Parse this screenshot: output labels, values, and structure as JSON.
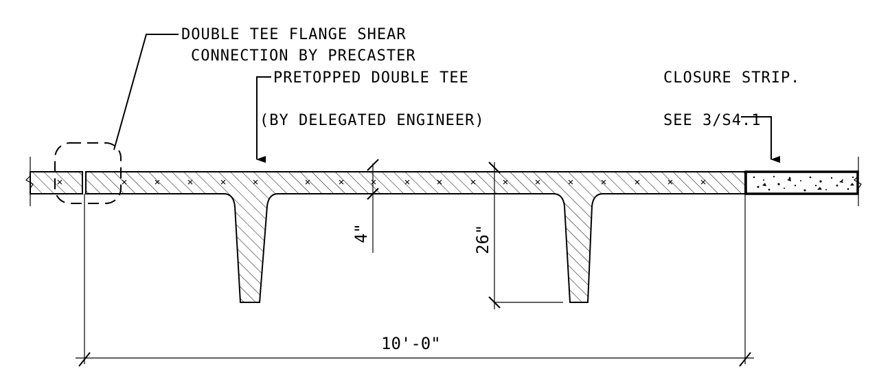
{
  "notes": {
    "shear_line1": "DOUBLE TEE FLANGE SHEAR",
    "shear_line2": "CONNECTION BY PRECASTER",
    "tee_line1": "PRETOPPED DOUBLE TEE",
    "tee_line2": "(BY DELEGATED ENGINEER)",
    "closure_line1": "CLOSURE STRIP.",
    "closure_line2": "SEE 3/S4.1"
  },
  "dimensions": {
    "flange_thickness": "4\"",
    "tee_depth": "26\"",
    "width": "10'-0\""
  }
}
